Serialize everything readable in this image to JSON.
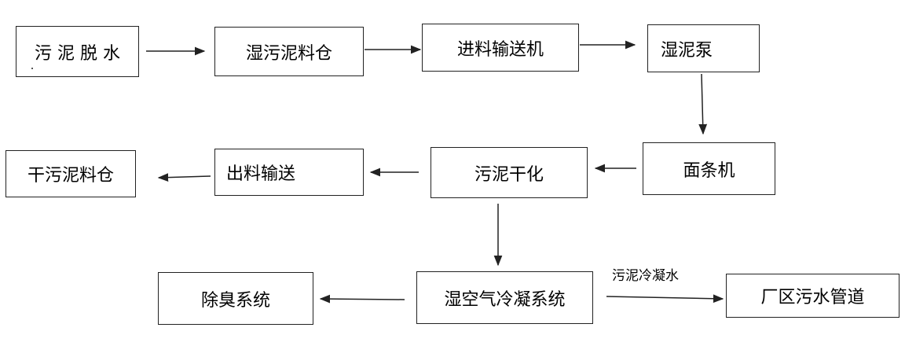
{
  "nodes": {
    "sludge_dewatering": "污 泥 脱 水",
    "wet_sludge_bin": "湿污泥料仓",
    "feed_conveyor": "进料输送机",
    "wet_sludge_pump": "湿泥泵",
    "noodle_machine": "面条机",
    "sludge_drying": "污泥干化",
    "discharge_conveying": "出料输送",
    "dry_sludge_bin": "干污泥料仓",
    "humid_air_condensing": "湿空气冷凝系统",
    "deodorization": "除臭系统",
    "plant_sewer": "厂区污水管道"
  },
  "edge_labels": {
    "condensate": "污泥冷凝水"
  },
  "colors": {
    "line": "#222222",
    "background": "#ffffff"
  }
}
